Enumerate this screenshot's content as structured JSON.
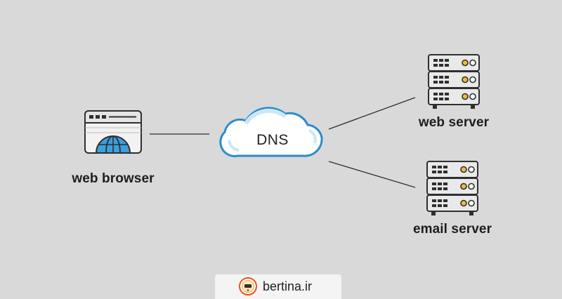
{
  "nodes": {
    "browser": {
      "label": "web browser"
    },
    "dns": {
      "label": "DNS"
    },
    "web_server": {
      "label": "web server"
    },
    "email_server": {
      "label": "email server"
    }
  },
  "footer": {
    "site": "bertina.ir"
  },
  "colors": {
    "background": "#d9d9d9",
    "outline": "#2f2f2f",
    "cloud_fill": "#ffffff",
    "cloud_accent": "#cbe7f7",
    "cloud_stroke": "#2a8ccc",
    "globe_fill": "#3aa0e0",
    "server_fill": "#e9e9e9",
    "server_accent": "#f6b73c",
    "logo_ring": "#e8502a"
  },
  "icons": [
    "browser-window-icon",
    "globe-icon",
    "cloud-icon",
    "server-rack-icon",
    "bertina-logo-icon"
  ]
}
